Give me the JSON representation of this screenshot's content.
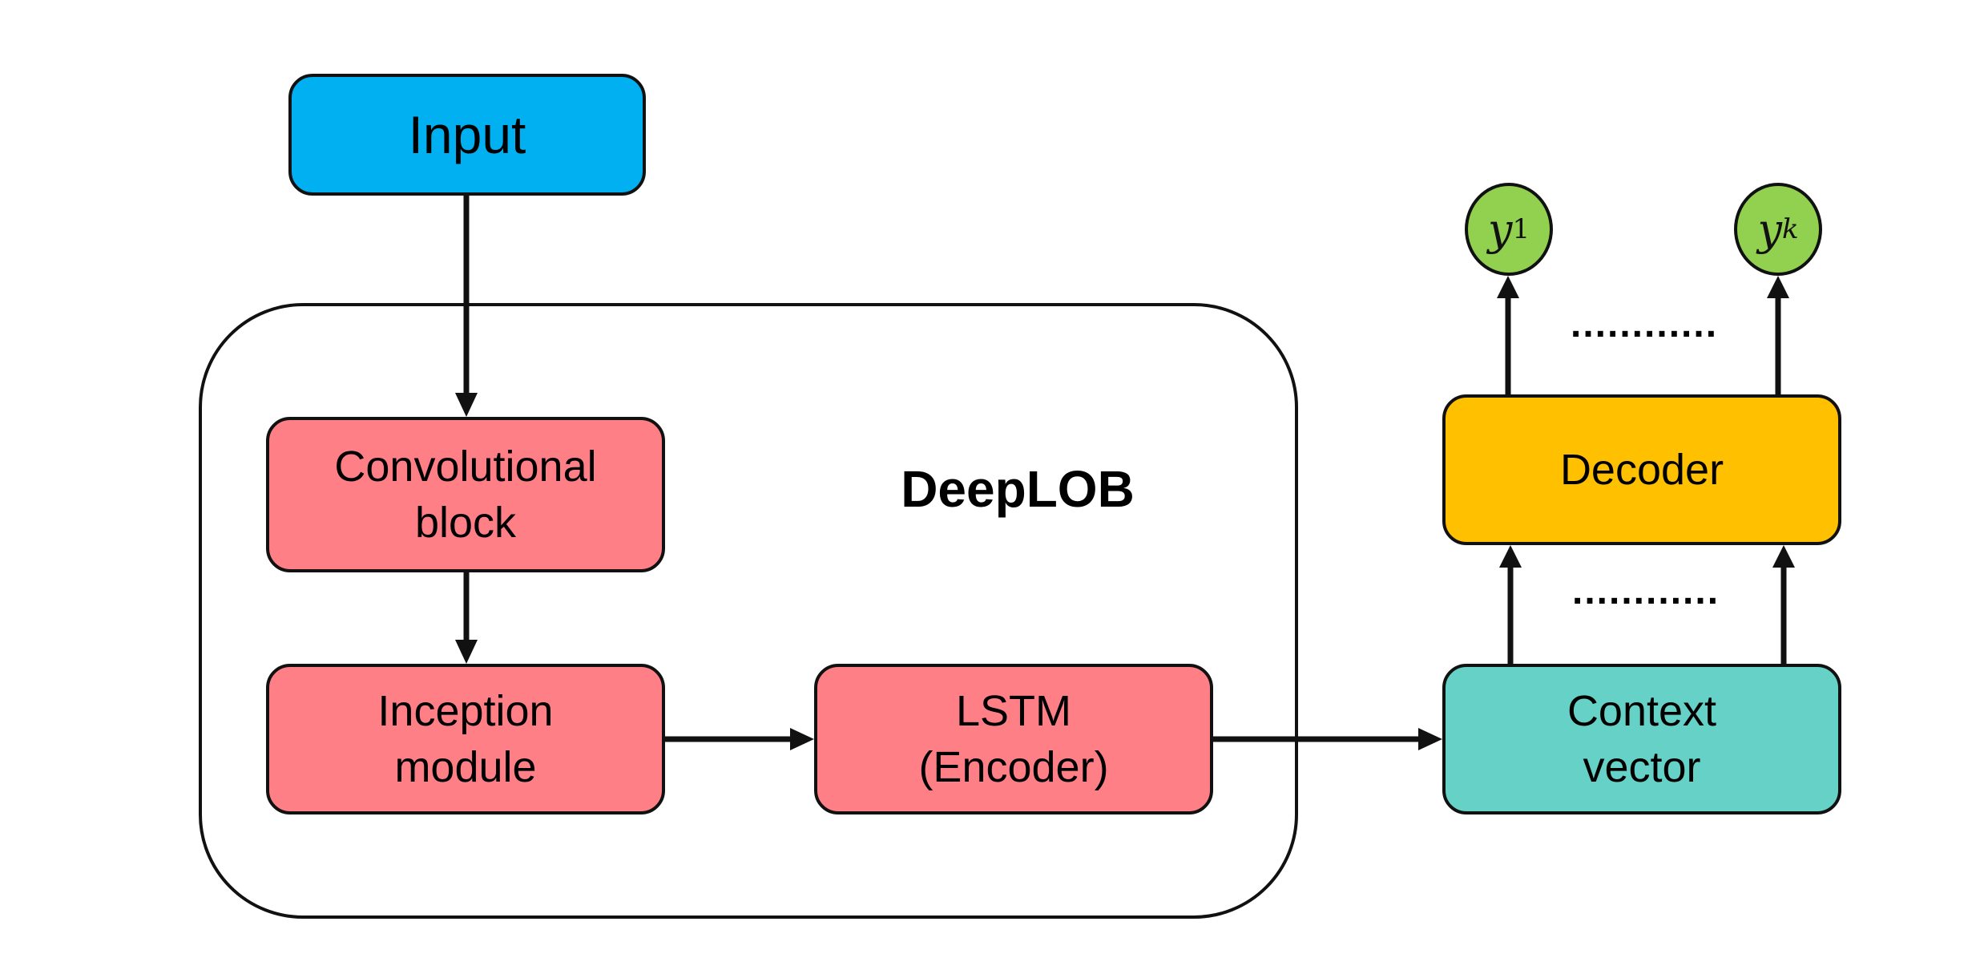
{
  "colors": {
    "input": "#00b0f0",
    "encoder_blocks": "#ff7f86",
    "decoder": "#ffc000",
    "context": "#66d1c6",
    "output_nodes": "#92d050",
    "stroke": "#111111"
  },
  "input": {
    "label": "Input"
  },
  "deeplob": {
    "title": "DeepLOB",
    "conv": {
      "line1": "Convolutional",
      "line2": "block"
    },
    "inception": {
      "line1": "Inception",
      "line2": "module"
    },
    "lstm": {
      "line1": "LSTM",
      "line2": "(Encoder)"
    }
  },
  "context": {
    "line1": "Context",
    "line2": "vector"
  },
  "decoder": {
    "label": "Decoder"
  },
  "outputs": {
    "first": {
      "var": "y",
      "sub": "1"
    },
    "last": {
      "var": "y",
      "sub": "k"
    }
  },
  "ellipsis": "............"
}
